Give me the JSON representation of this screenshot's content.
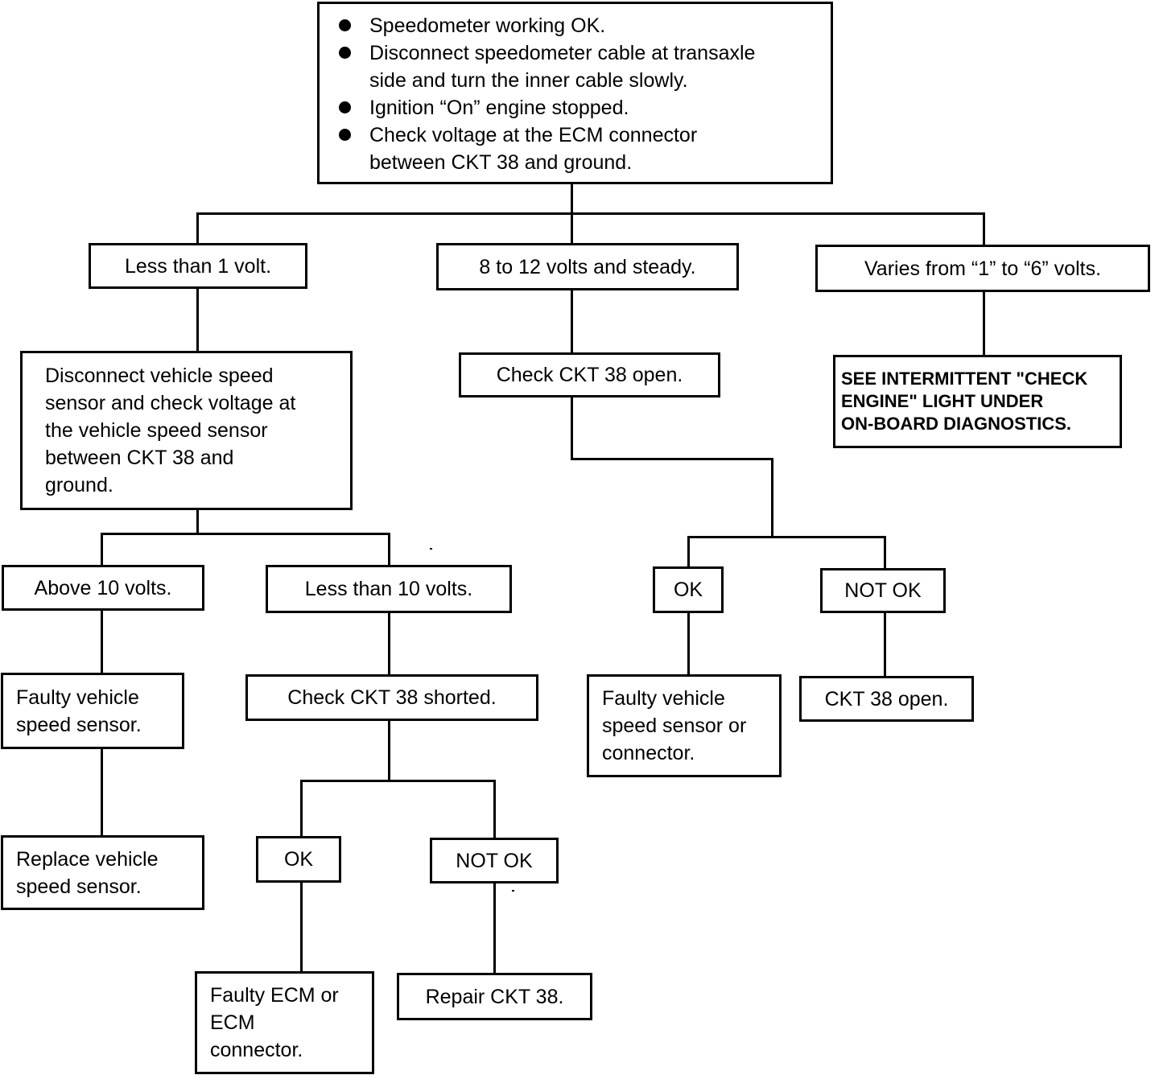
{
  "top_box": {
    "steps": [
      "Speedometer working OK.",
      "Disconnect speedometer cable at transaxle\nside and turn the inner cable slowly.",
      "Ignition “On” engine stopped.",
      "Check voltage at the ECM connector\nbetween CKT 38 and ground."
    ]
  },
  "branches": {
    "less_than_1": "Less than 1 volt.",
    "steady_8_12": "8 to 12 volts and steady.",
    "varies_1_6": "Varies from “1” to “6” volts."
  },
  "left": {
    "disconnect_vss": "Disconnect vehicle speed\nsensor and check voltage at\nthe vehicle speed sensor\nbetween CKT 38 and\nground.",
    "above_10": "Above 10 volts.",
    "less_than_10": "Less than 10 volts.",
    "faulty_vss": "Faulty vehicle\nspeed sensor.",
    "replace_vss": "Replace vehicle\nspeed sensor.",
    "check_shorted": "Check CKT 38 shorted.",
    "ok": "OK",
    "not_ok": "NOT OK",
    "faulty_ecm": "Faulty ECM or\nECM\nconnector.",
    "repair_ckt": "Repair CKT 38."
  },
  "middle": {
    "check_open": "Check CKT 38 open.",
    "ok": "OK",
    "not_ok": "NOT OK",
    "faulty_vss_conn": "Faulty vehicle\nspeed sensor or\nconnector.",
    "ckt_open": "CKT 38 open."
  },
  "right": {
    "see_intermittent": "SEE INTERMITTENT \"CHECK\nENGINE\" LIGHT UNDER\nON-BOARD DIAGNOSTICS."
  }
}
